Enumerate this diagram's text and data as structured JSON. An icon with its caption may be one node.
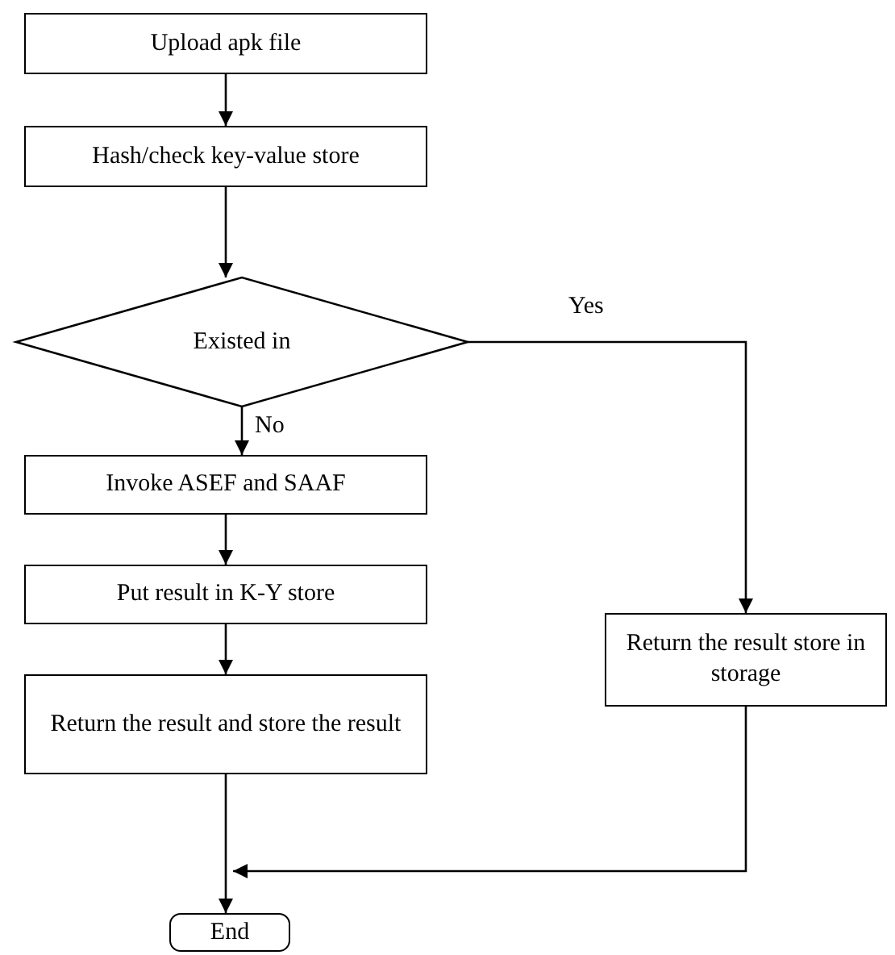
{
  "diagram": {
    "nodes": [
      {
        "text": [
          "Upload apk file"
        ]
      },
      {
        "text": [
          "Hash/check key-value store"
        ]
      },
      {
        "text": [
          "Existed in"
        ]
      },
      {
        "text": [
          "Invoke ASEF and SAAF"
        ]
      },
      {
        "text": [
          "Put result in K-Y store"
        ]
      },
      {
        "text": [
          "Return the result and store the result"
        ]
      },
      {
        "text": [
          "Return the result store in storage"
        ]
      },
      {
        "text": [
          "End"
        ]
      }
    ],
    "edges": [
      {
        "from": 0,
        "to": 1,
        "arrow": "to"
      },
      {
        "from": 1,
        "to": 2,
        "arrow": "to"
      },
      {
        "from": 2,
        "to": 3,
        "arrow": "to",
        "label": "No"
      },
      {
        "from": 2,
        "to": 6,
        "arrow": "to",
        "label": "Yes"
      },
      {
        "from": 3,
        "to": 4,
        "arrow": "to"
      },
      {
        "from": 4,
        "to": 5,
        "arrow": "to"
      },
      {
        "from": 5,
        "to": 7,
        "arrow": "to"
      },
      {
        "from": 6,
        "to": 7,
        "arrow": "to"
      }
    ]
  }
}
